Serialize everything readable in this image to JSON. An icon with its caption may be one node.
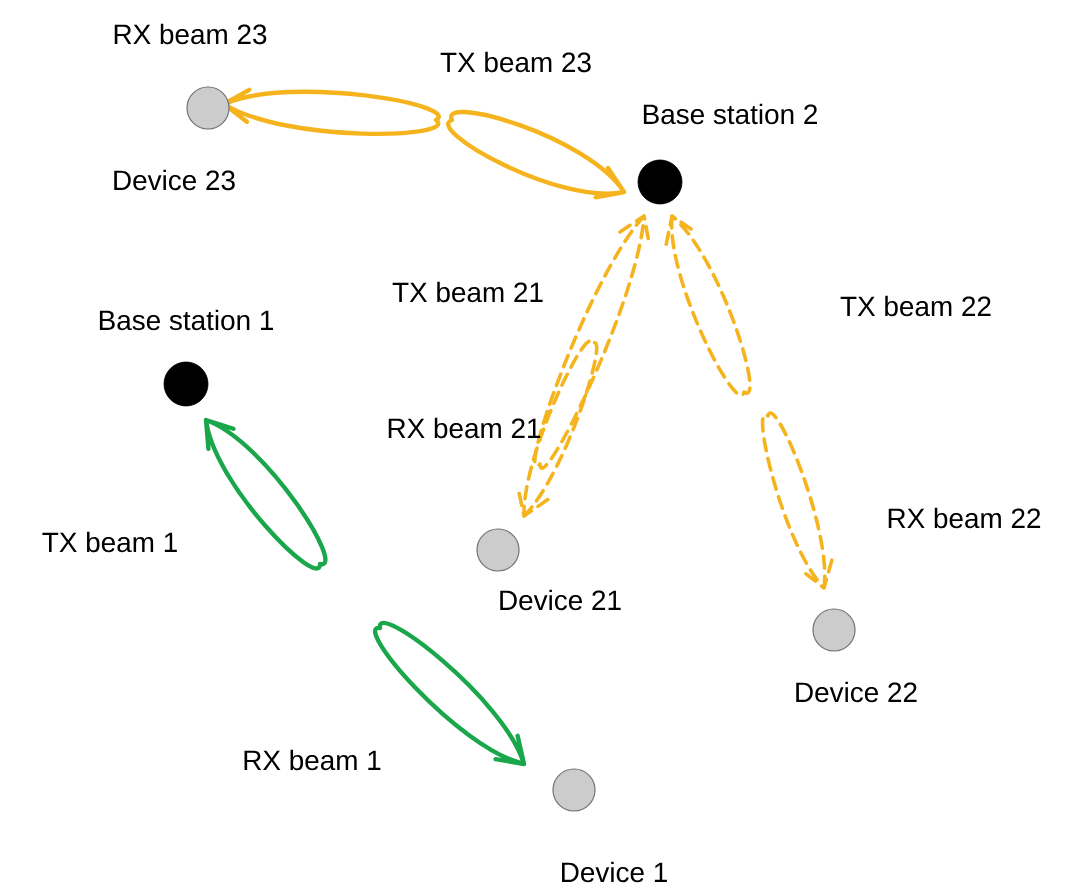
{
  "diagram": {
    "nodes": [
      {
        "text": [
          "Base station 1"
        ]
      },
      {
        "text": [
          "Base station 2"
        ]
      },
      {
        "text": [
          "Device 23"
        ]
      },
      {
        "text": [
          "Device 21"
        ]
      },
      {
        "text": [
          "Device 22"
        ]
      },
      {
        "text": [
          "Device 1"
        ]
      }
    ],
    "labels": [
      "RX beam 23",
      "TX beam 23",
      "TX beam 21",
      "TX beam 22",
      "RX beam 21",
      "TX beam 1",
      "RX beam 22",
      "RX beam 1"
    ]
  }
}
